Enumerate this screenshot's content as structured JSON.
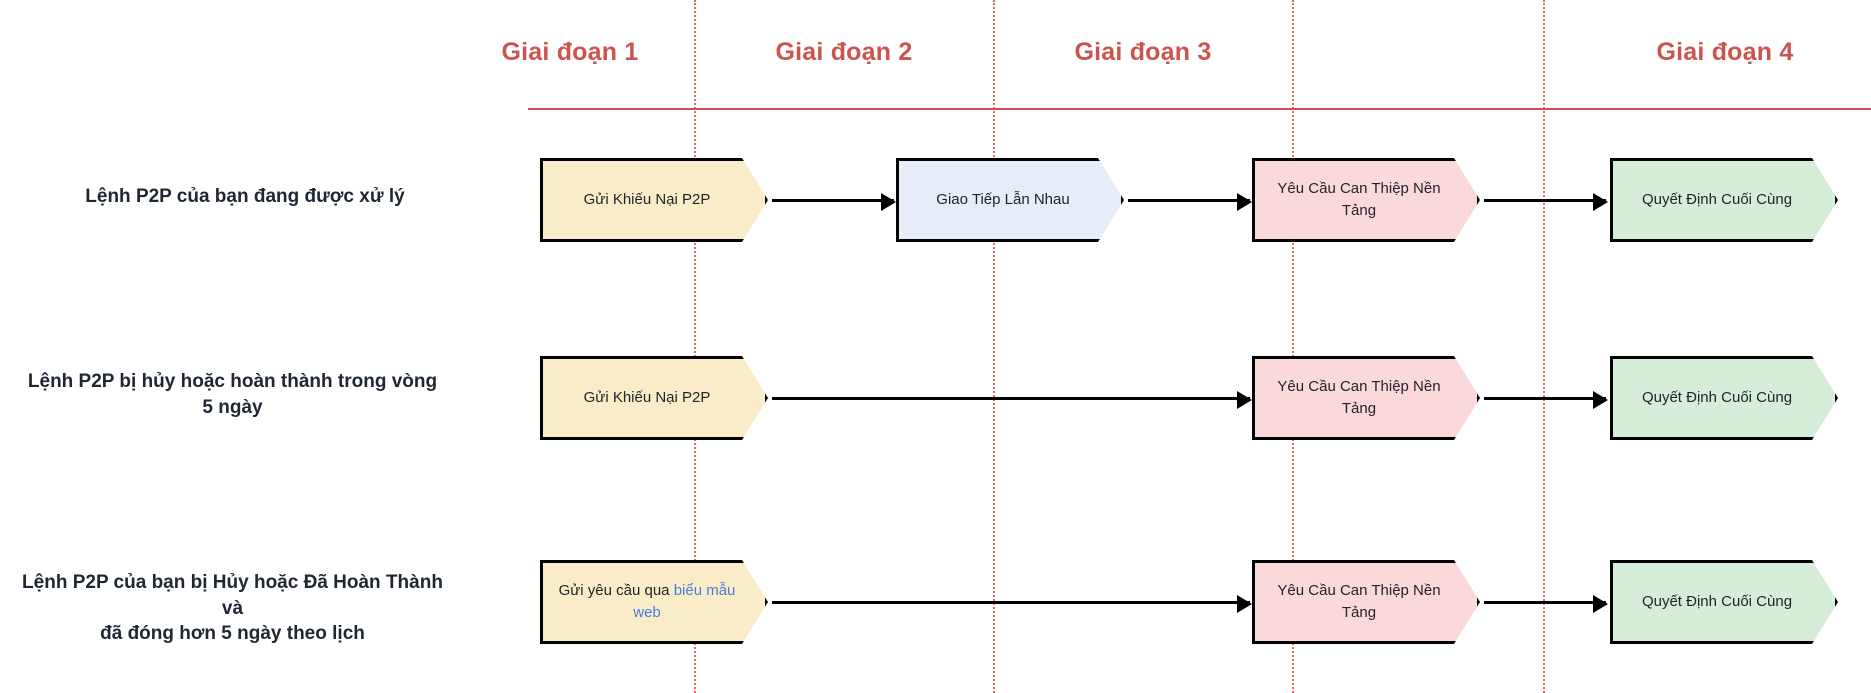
{
  "diagram": {
    "title": "Quy trinh khieu nai P2P",
    "accent_color": "#cc5450",
    "separator_color": "#d9534f",
    "link_color": "#4a7ddb",
    "phases": [
      {
        "label": "Giai đoạn 1"
      },
      {
        "label": "Giai đoạn 2"
      },
      {
        "label": "Giai đoạn 3"
      },
      {
        "label": "Giai đoạn 4"
      }
    ],
    "rows": [
      {
        "label": "Lệnh P2P của bạn đang được xử lý",
        "nodes": [
          {
            "text": "Gửi Khiếu Nại P2P",
            "fill": "#fbecc9"
          },
          {
            "text": "Giao Tiếp Lẫn Nhau",
            "fill": "#e6ecf8"
          },
          {
            "text": "Yêu Cầu Can Thiệp Nền Tảng",
            "fill": "#fbd8da"
          },
          {
            "text": "Quyết Định Cuối Cùng",
            "fill": "#d6edd9"
          }
        ]
      },
      {
        "label": "Lệnh P2P bị hủy hoặc hoàn thành trong vòng 5 ngày",
        "nodes": [
          {
            "text": "Gửi Khiếu Nại P2P",
            "fill": "#fbecc9"
          },
          {
            "text": "Yêu Cầu Can Thiệp Nền Tảng",
            "fill": "#fbd8da"
          },
          {
            "text": "Quyết Định Cuối Cùng",
            "fill": "#d6edd9"
          }
        ]
      },
      {
        "label_line1": "Lệnh P2P của bạn bị Hủy hoặc Đã Hoàn Thành và",
        "label_line2": "đã đóng hơn 5 ngày theo lịch",
        "nodes": [
          {
            "text_prefix": "Gửi yêu cầu qua ",
            "link_text": "biểu mẫu web",
            "fill": "#fbecc9"
          },
          {
            "text": "Yêu Cầu Can Thiệp Nền Tảng",
            "fill": "#fbd8da"
          },
          {
            "text": "Quyết Định Cuối Cùng",
            "fill": "#d6edd9"
          }
        ]
      }
    ]
  }
}
